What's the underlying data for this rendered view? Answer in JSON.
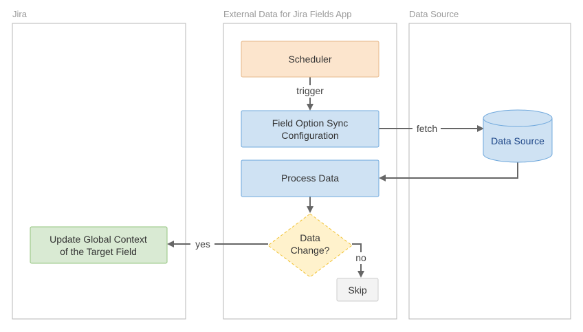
{
  "lanes": {
    "jira": "Jira",
    "app": "External Data for Jira Fields App",
    "source": "Data Source"
  },
  "nodes": {
    "scheduler": "Scheduler",
    "config_line1": "Field Option Sync",
    "config_line2": "Configuration",
    "process": "Process Data",
    "decision_line1": "Data",
    "decision_line2": "Change?",
    "skip": "Skip",
    "update_line1": "Update Global Context",
    "update_line2": "of the Target Field",
    "datasource": "Data Source"
  },
  "edges": {
    "trigger": "trigger",
    "fetch": "fetch",
    "yes": "yes",
    "no": "no"
  },
  "colors": {
    "scheduler_fill": "#fce5cd",
    "scheduler_stroke": "#e6b88a",
    "blue_fill": "#cfe2f3",
    "blue_stroke": "#6fa8dc",
    "decision_fill": "#fff2cc",
    "decision_stroke": "#f1c232",
    "green_fill": "#d9ead3",
    "green_stroke": "#93c47d",
    "skip_fill": "#f3f3f3",
    "skip_stroke": "#cccccc",
    "datasource_text": "#1c4587"
  }
}
